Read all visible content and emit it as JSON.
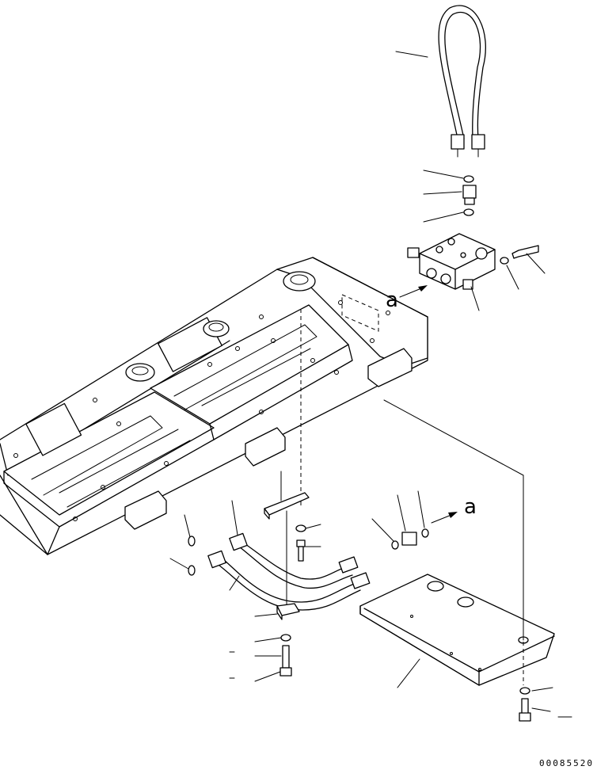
{
  "reference_labels": {
    "arrow_upper": "a",
    "arrow_lower": "a"
  },
  "drawing_number": "00085520"
}
